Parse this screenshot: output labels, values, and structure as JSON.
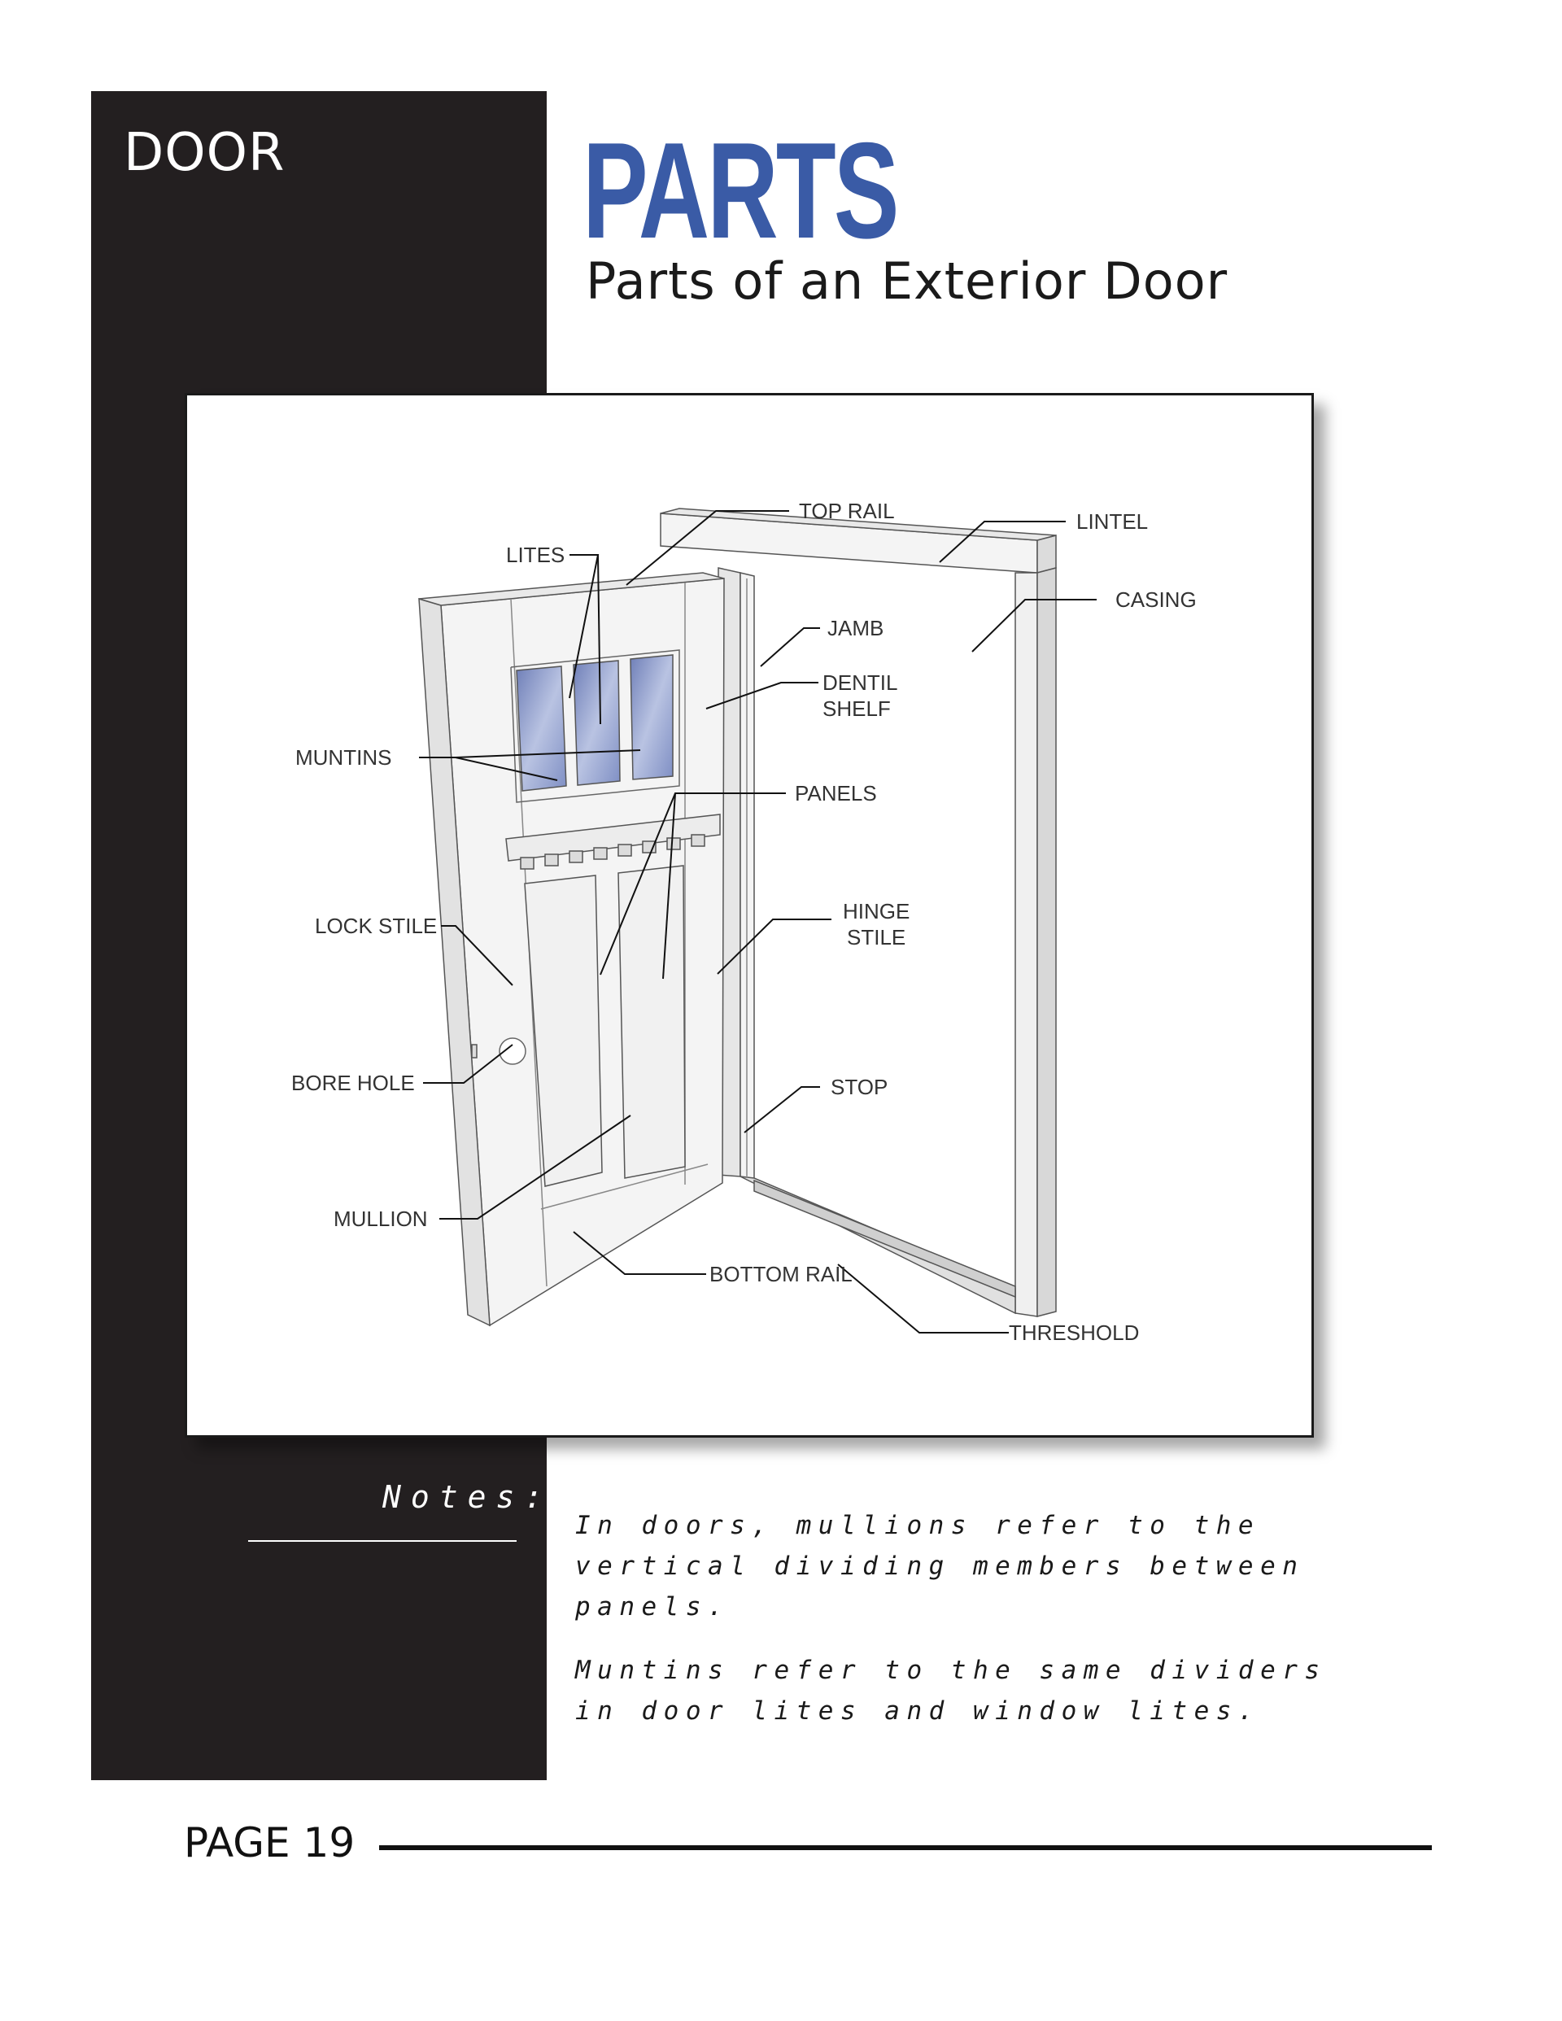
{
  "section": "DOOR",
  "title": "PARTS",
  "subtitle": "Parts of an Exterior Door",
  "accent_color": "#3a5ba6",
  "diagram": {
    "labels": {
      "top_rail": "TOP RAIL",
      "lintel": "LINTEL",
      "lites": "LITES",
      "casing": "CASING",
      "jamb": "JAMB",
      "muntins": "MUNTINS",
      "dentil_shelf_1": "DENTIL",
      "dentil_shelf_2": "SHELF",
      "panels": "PANELS",
      "lock_stile": "LOCK STILE",
      "hinge_stile_1": "HINGE",
      "hinge_stile_2": "STILE",
      "bore_hole": "BORE HOLE",
      "stop": "STOP",
      "mullion": "MULLION",
      "bottom_rail": "BOTTOM RAIL",
      "threshold": "THRESHOLD"
    }
  },
  "notes": {
    "label": "Notes:",
    "paragraphs": [
      "In doors, mullions refer to the vertical dividing members between panels.",
      "Muntins refer to the same dividers in door lites and window lites."
    ]
  },
  "footer": {
    "page": "PAGE 19"
  }
}
